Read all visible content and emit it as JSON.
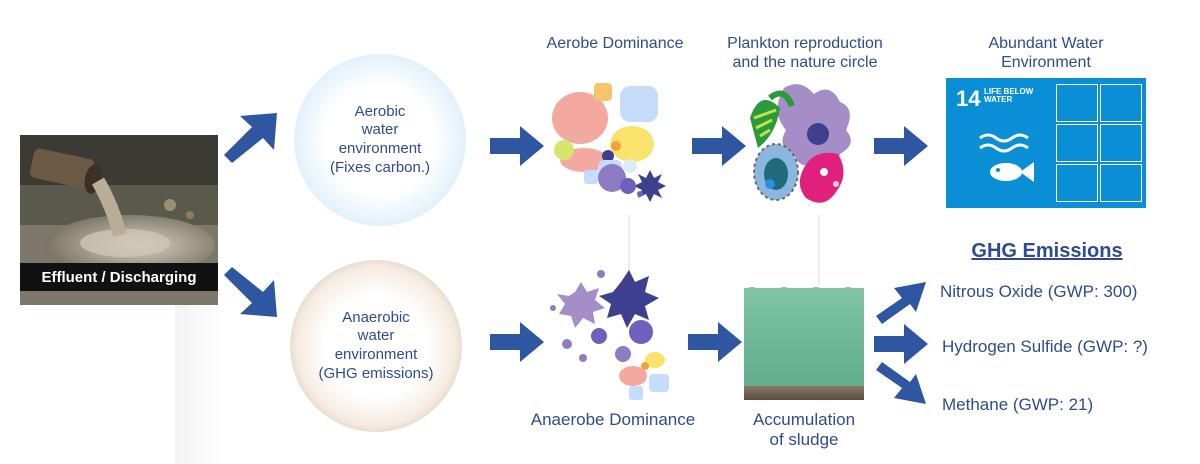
{
  "effluent": {
    "caption": "Effluent / Discharging"
  },
  "aerobic_circle": {
    "lines": [
      "Aerobic",
      "water",
      "environment",
      "(Fixes carbon.)"
    ]
  },
  "anaerobic_circle": {
    "lines": [
      "Anaerobic",
      "water",
      "environment",
      "(GHG emissions)"
    ]
  },
  "labels": {
    "aerobe": "Aerobe Dominance",
    "plankton_1": "Plankton reproduction",
    "plankton_2": "and the nature circle",
    "abundant_1": "Abundant Water",
    "abundant_2": "Environment",
    "anaerobe": "Anaerobe Dominance",
    "sludge_1": "Accumulation",
    "sludge_2": "of sludge"
  },
  "sdg": {
    "number": "14",
    "title_1": "LIFE BELOW",
    "title_2": "WATER"
  },
  "ghg": {
    "title": "GHG Emissions",
    "gases": [
      "Nitrous Oxide (GWP: 300)",
      "Hydrogen Sulfide (GWP: ?)",
      "Methane (GWP: 21)"
    ]
  },
  "colors": {
    "accent": "#2f4c8f",
    "arrow": "#2f56a0",
    "sdg_blue": "#0a8fd6"
  }
}
